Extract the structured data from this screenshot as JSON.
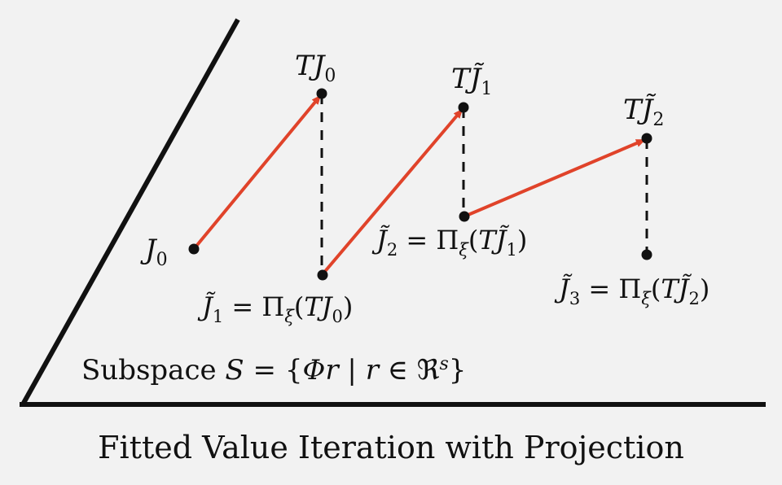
{
  "diagram": {
    "caption": "Fitted Value Iteration with Projection",
    "subspace_label": {
      "prefix": "Subspace ",
      "S": "S",
      "eq": " = {",
      "Phi_r": "Φr",
      "bar": " | ",
      "r": "r",
      "in": " ∈ ",
      "R": "ℜ",
      "sup": "s",
      "close": "}"
    },
    "labels": {
      "J0": {
        "main": "J",
        "sub": "0"
      },
      "TJ0": {
        "T": "T",
        "J": "J",
        "sub": "0"
      },
      "TJ1": {
        "T": "T",
        "J": "J̃",
        "sub": "1"
      },
      "TJ2": {
        "T": "T",
        "J": "J̃",
        "sub": "2"
      },
      "J1": {
        "lhs": "J̃",
        "lsub": "1",
        "eq": " = Π",
        "xi": "ξ",
        "open": "(",
        "T": "T",
        "J": "J",
        "sub": "0",
        "close": ")"
      },
      "J2": {
        "lhs": "J̃",
        "lsub": "2",
        "eq": " = Π",
        "xi": "ξ",
        "open": "(",
        "T": "T",
        "J": "J̃",
        "sub": "1",
        "close": ")"
      },
      "J3": {
        "lhs": "J̃",
        "lsub": "3",
        "eq": " = Π",
        "xi": "ξ",
        "open": "(",
        "T": "T",
        "J": "J̃",
        "sub": "2",
        "close": ")"
      }
    },
    "colors": {
      "arrow": "#e0432a",
      "line": "#111111",
      "background": "#f2f2f2"
    }
  }
}
